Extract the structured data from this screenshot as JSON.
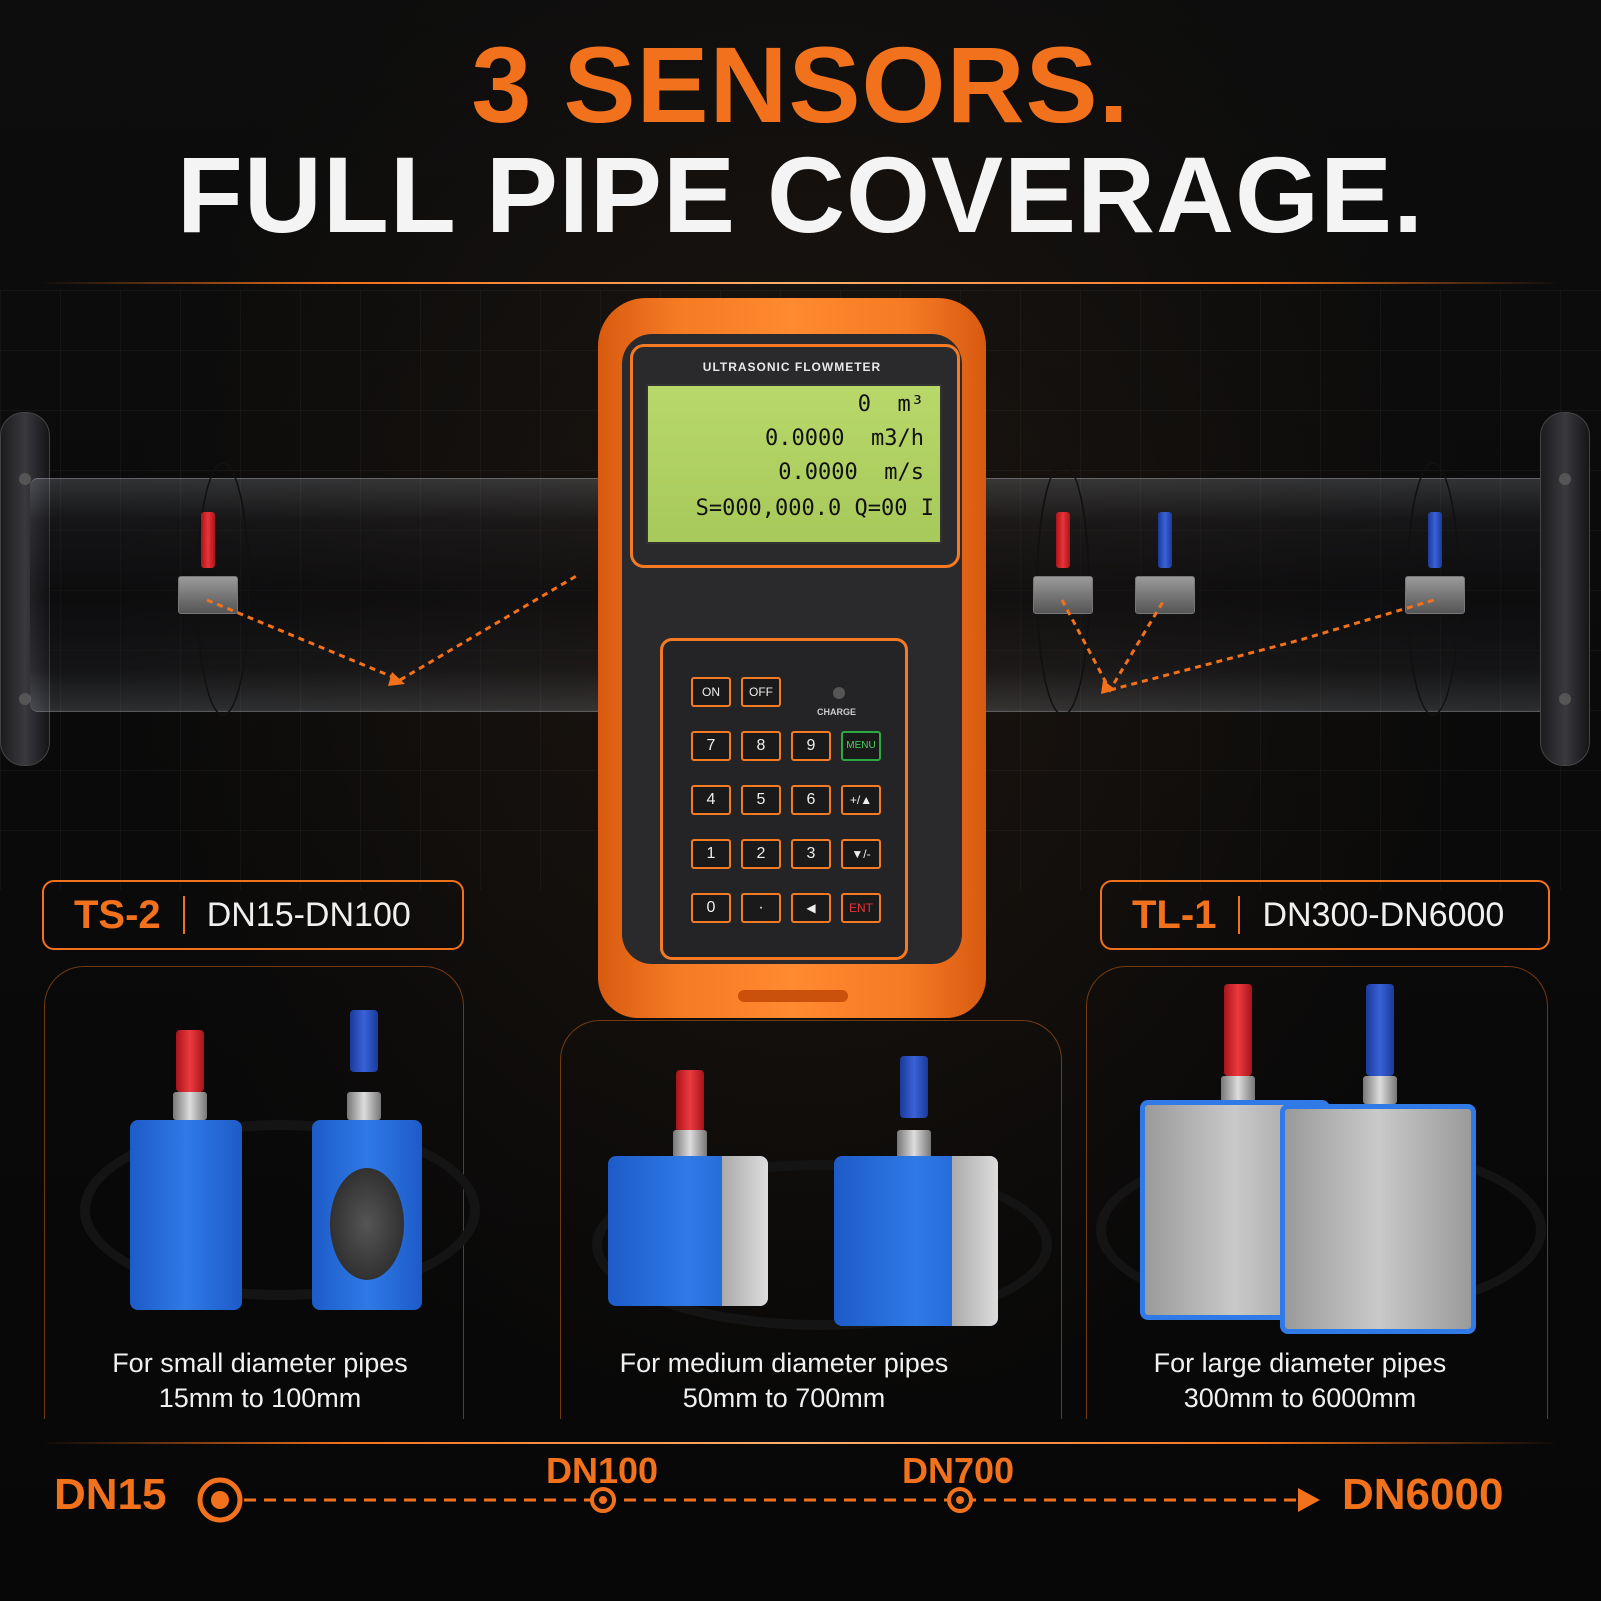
{
  "headline": {
    "line1": "3 SENSORS.",
    "line2": "FULL PIPE COVERAGE."
  },
  "colors": {
    "accent": "#f2711c",
    "screen": "#b0d062",
    "sensor_blue": "#2f7ae6",
    "sensor_grey": "#c0c0c0",
    "connector_red": "#e8343a",
    "connector_blue": "#3a62d8"
  },
  "meter": {
    "title": "ULTRASONIC FLOWMETER",
    "screen_lines": [
      "0  m³",
      "0.0000  m3/h",
      "0.0000  m/s",
      "S=000,000.0 Q=00 I"
    ],
    "charge_label": "CHARGE",
    "keys": {
      "on": "ON",
      "off": "OFF",
      "k7": "7",
      "k8": "8",
      "k9": "9",
      "menu": "MENU",
      "k4": "4",
      "k5": "5",
      "k6": "6",
      "plus": "+/▲",
      "k1": "1",
      "k2": "2",
      "k3": "3",
      "minus": "▼/-",
      "k0": "0",
      "dot": "·",
      "back": "◀",
      "ent": "ENT"
    }
  },
  "sensors": [
    {
      "model": "TS-2",
      "range": "DN15-DN100",
      "caption_line1": "For small diameter pipes",
      "caption_line2": "15mm to 100mm"
    },
    {
      "caption_line1": "For medium diameter pipes",
      "caption_line2": "50mm to 700mm"
    },
    {
      "model": "TL-1",
      "range": "DN300-DN6000",
      "caption_line1": "For large diameter pipes",
      "caption_line2": "300mm to 6000mm"
    }
  ],
  "scale": {
    "start": "DN15",
    "mid1": "DN100",
    "mid2": "DN700",
    "end": "DN6000"
  },
  "icons": [
    "transducer-clamp-icon",
    "ultrasonic-beam-icon",
    "arrow-right-icon",
    "scale-marker-icon"
  ]
}
